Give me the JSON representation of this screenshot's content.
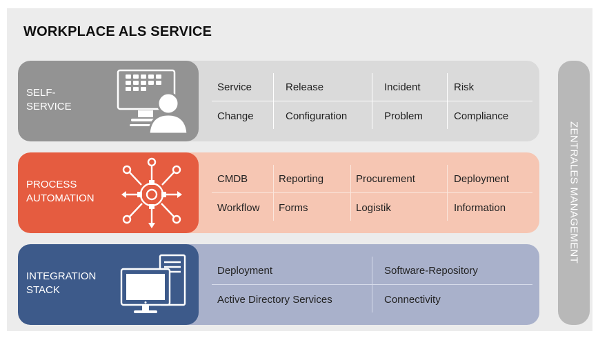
{
  "title": "WORKPLACE ALS SERVICE",
  "side_label": "ZENTRALES MANAGEMENT",
  "layers": [
    {
      "label_line1": "SELF-",
      "label_line2": "SERVICE",
      "icon": "monitor-user-icon",
      "row1": [
        "Service",
        "Release",
        "Incident",
        "Risk"
      ],
      "row2": [
        "Change",
        "Configuration",
        "Problem",
        "Compliance"
      ]
    },
    {
      "label_line1": "PROCESS",
      "label_line2": "AUTOMATION",
      "icon": "gear-network-icon",
      "row1": [
        "CMDB",
        "Reporting",
        "Procurement",
        "Deployment"
      ],
      "row2": [
        "Workflow",
        "Forms",
        "Logistik",
        "Information"
      ]
    },
    {
      "label_line1": "INTEGRATION",
      "label_line2": "STACK",
      "icon": "computer-tower-icon",
      "row1": [
        "Deployment",
        "Software-Repository"
      ],
      "row2": [
        "Active Directory Services",
        "Connectivity"
      ]
    }
  ],
  "colors": {
    "self_service_panel": "#939393",
    "process_automation_panel": "#e55c40",
    "integration_stack_panel": "#3d5a8a"
  }
}
